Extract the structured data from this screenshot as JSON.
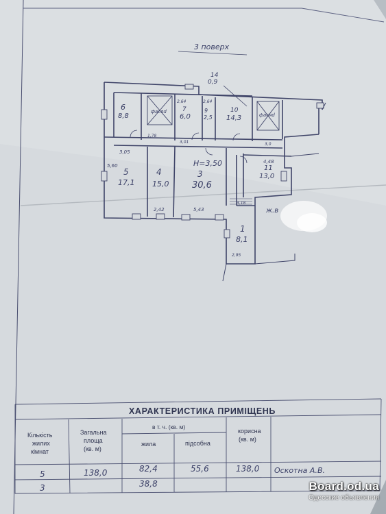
{
  "plan": {
    "floor_label": "3 поверх",
    "rooms": [
      {
        "num": "6",
        "area": "8,8"
      },
      {
        "num": "7",
        "area": "6,0"
      },
      {
        "num": "10",
        "area": "14,3"
      },
      {
        "num": "9",
        "area": "2,5"
      },
      {
        "num": "5",
        "area": "17,1"
      },
      {
        "num": "4",
        "area": "15,0"
      },
      {
        "num": "3",
        "area": "30,6"
      },
      {
        "num": "11",
        "area": "13,0"
      },
      {
        "num": "1",
        "area": "8,1"
      },
      {
        "num": "14",
        "area": "0,9"
      }
    ],
    "height_label": "Н=3,50",
    "shaft_labels": [
      "фасяd",
      "фасяd"
    ],
    "entrance_label": "ж.в",
    "dims": [
      "2,64",
      "2,64",
      "3,05",
      "5,60",
      "4,48",
      "2,42",
      "5,43",
      "3,18",
      "1,78",
      "3,01",
      "3,0",
      "2,95"
    ]
  },
  "table": {
    "title": "ХАРАКТЕРИСТИКА ПРИМІЩЕНЬ",
    "col_rooms": [
      "Кількість",
      "жилих",
      "кімнат"
    ],
    "col_total": [
      "Загальна",
      "площа",
      "(кв. м)"
    ],
    "col_incl": "в т. ч. (кв. м)",
    "col_living": "жила",
    "col_aux": "підсобна",
    "col_useful": [
      "корисна",
      "(кв. м)"
    ],
    "rows": [
      {
        "rooms": "5",
        "total": "138,0",
        "living": "82,4",
        "aux": "55,6",
        "useful": "138,0",
        "signature": "Оскотна А.В."
      },
      {
        "rooms": "3",
        "total": "",
        "living": "38,8",
        "aux": "",
        "useful": "",
        "signature": ""
      }
    ]
  },
  "watermark": {
    "main": "Board.od.ua",
    "sub": "Одесские объявления"
  }
}
